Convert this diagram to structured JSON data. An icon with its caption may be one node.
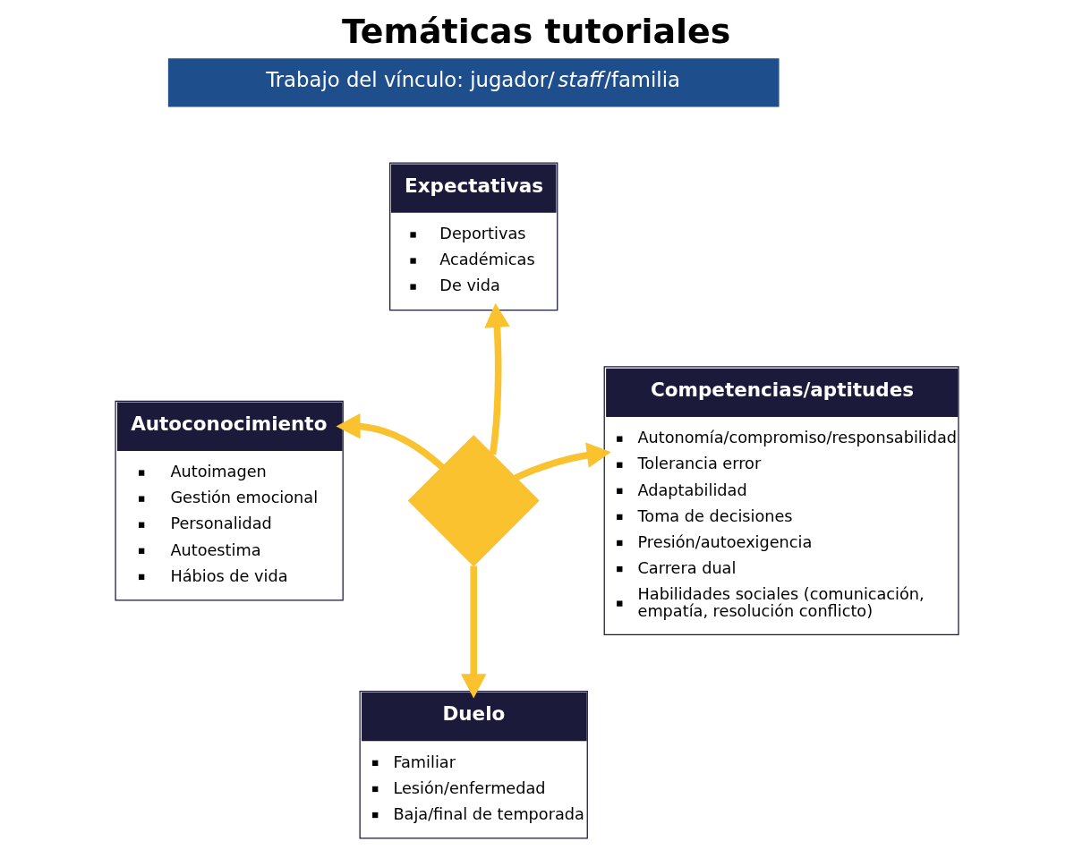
{
  "diagram": {
    "title": "Temáticas tutoriales",
    "nodes": [
      {
        "text": [
          "Trabajo del vínculo: jugador/*staff*/familia"
        ]
      },
      {
        "text": [
          "Expectativas",
          "Deportivas",
          "Académicas",
          "De vida"
        ]
      },
      {
        "text": [
          "Autoconocimiento",
          "Autoimagen",
          "Gestión emocional",
          "Personalidad",
          "Autoestima",
          "Hábios de vida"
        ]
      },
      {
        "text": [],
        "shape": "cross"
      },
      {
        "text": [
          "Competencias/aptitudes",
          "Autonomía/compromiso/responsabilidad",
          "Tolerancia error",
          "Adaptabilidad",
          "Toma de decisiones",
          "Presión/autoexigencia",
          "Carrera dual",
          "Habilidades sociales (comunicación, empatía, resolución conflicto)"
        ]
      },
      {
        "text": [
          "Duelo",
          "Familiar",
          "Lesión/enfermedad",
          "Baja/final de temporada"
        ]
      }
    ],
    "edges": [
      {
        "from": 3,
        "to": 1,
        "arrow": "to"
      },
      {
        "from": 3,
        "to": 2,
        "arrow": "to"
      },
      {
        "from": 3,
        "to": 4,
        "arrow": "to"
      },
      {
        "from": 3,
        "to": 5,
        "arrow": "to"
      }
    ]
  }
}
